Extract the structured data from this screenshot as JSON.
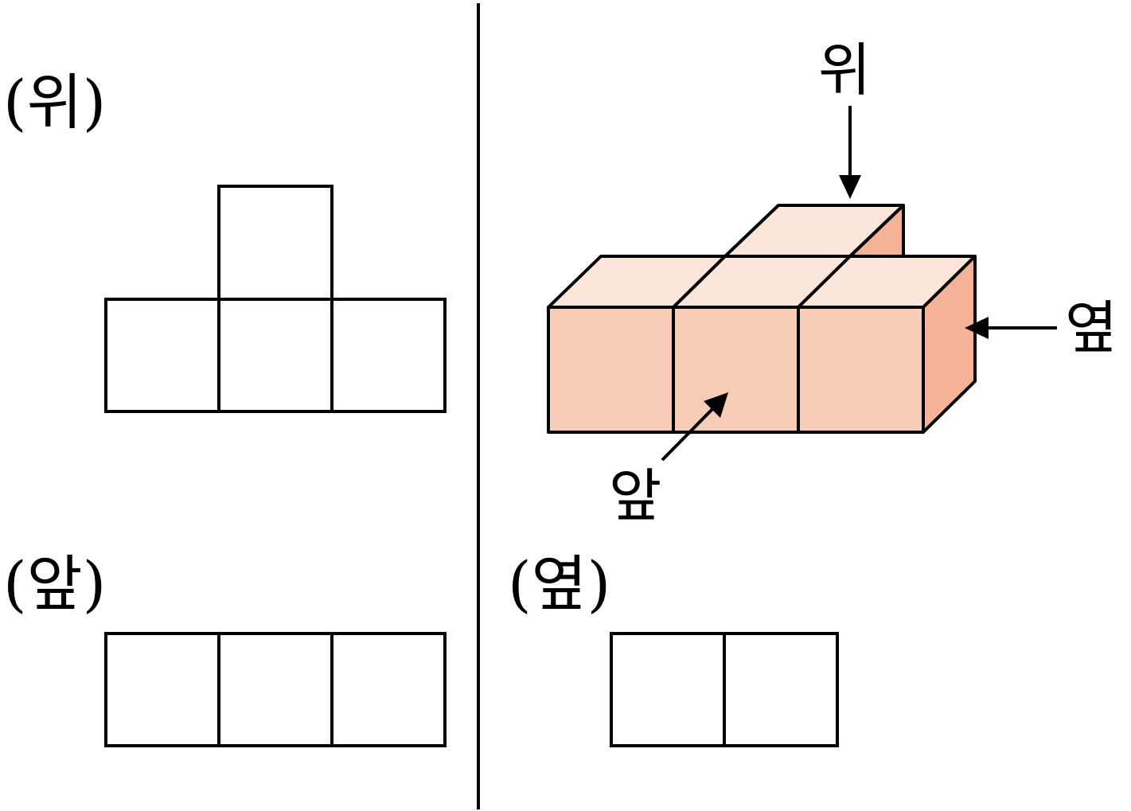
{
  "views": {
    "top": {
      "title": "(위)"
    },
    "front": {
      "title": "(앞)"
    },
    "side": {
      "title": "(옆)"
    }
  },
  "direction_labels": {
    "top": "위",
    "front": "앞",
    "side": "옆"
  },
  "colors": {
    "cube_top": "#fce5d9",
    "cube_front": "#f8cdb7",
    "cube_side": "#f4b296",
    "outline": "#000000"
  }
}
